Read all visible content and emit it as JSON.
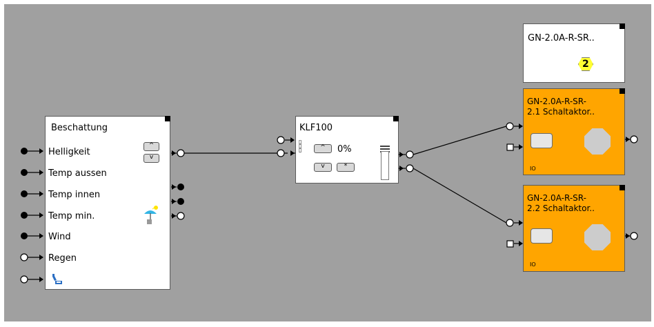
{
  "beschattung": {
    "title": "Beschattung",
    "inputs": [
      "Helligkeit",
      "Temp aussen",
      "Temp innen",
      "Temp min.",
      "Wind",
      "Regen"
    ],
    "up_symbol": "^",
    "down_symbol": "v",
    "shade_icon": "sun-umbrella-icon",
    "wrench_icon": "wrench-icon"
  },
  "klf": {
    "title": "KLF100",
    "value": "0%",
    "up_symbol": "^",
    "down_symbol": "v",
    "stop_symbol": "*",
    "level": 0
  },
  "gn_top": {
    "title": "GN-2.0A-R-SR..",
    "badge": "2"
  },
  "actuator1": {
    "line1": "GN-2.0A-R-SR-",
    "line2": "2.1 Schaltaktor..",
    "tag": "IO"
  },
  "actuator2": {
    "line1": "GN-2.0A-R-SR-",
    "line2": "2.2 Schaltaktor..",
    "tag": "IO"
  },
  "colors": {
    "canvas": "#a0a0a0",
    "block": "#ffffff",
    "actuator": "#ffa500",
    "badge": "#ffff33"
  }
}
